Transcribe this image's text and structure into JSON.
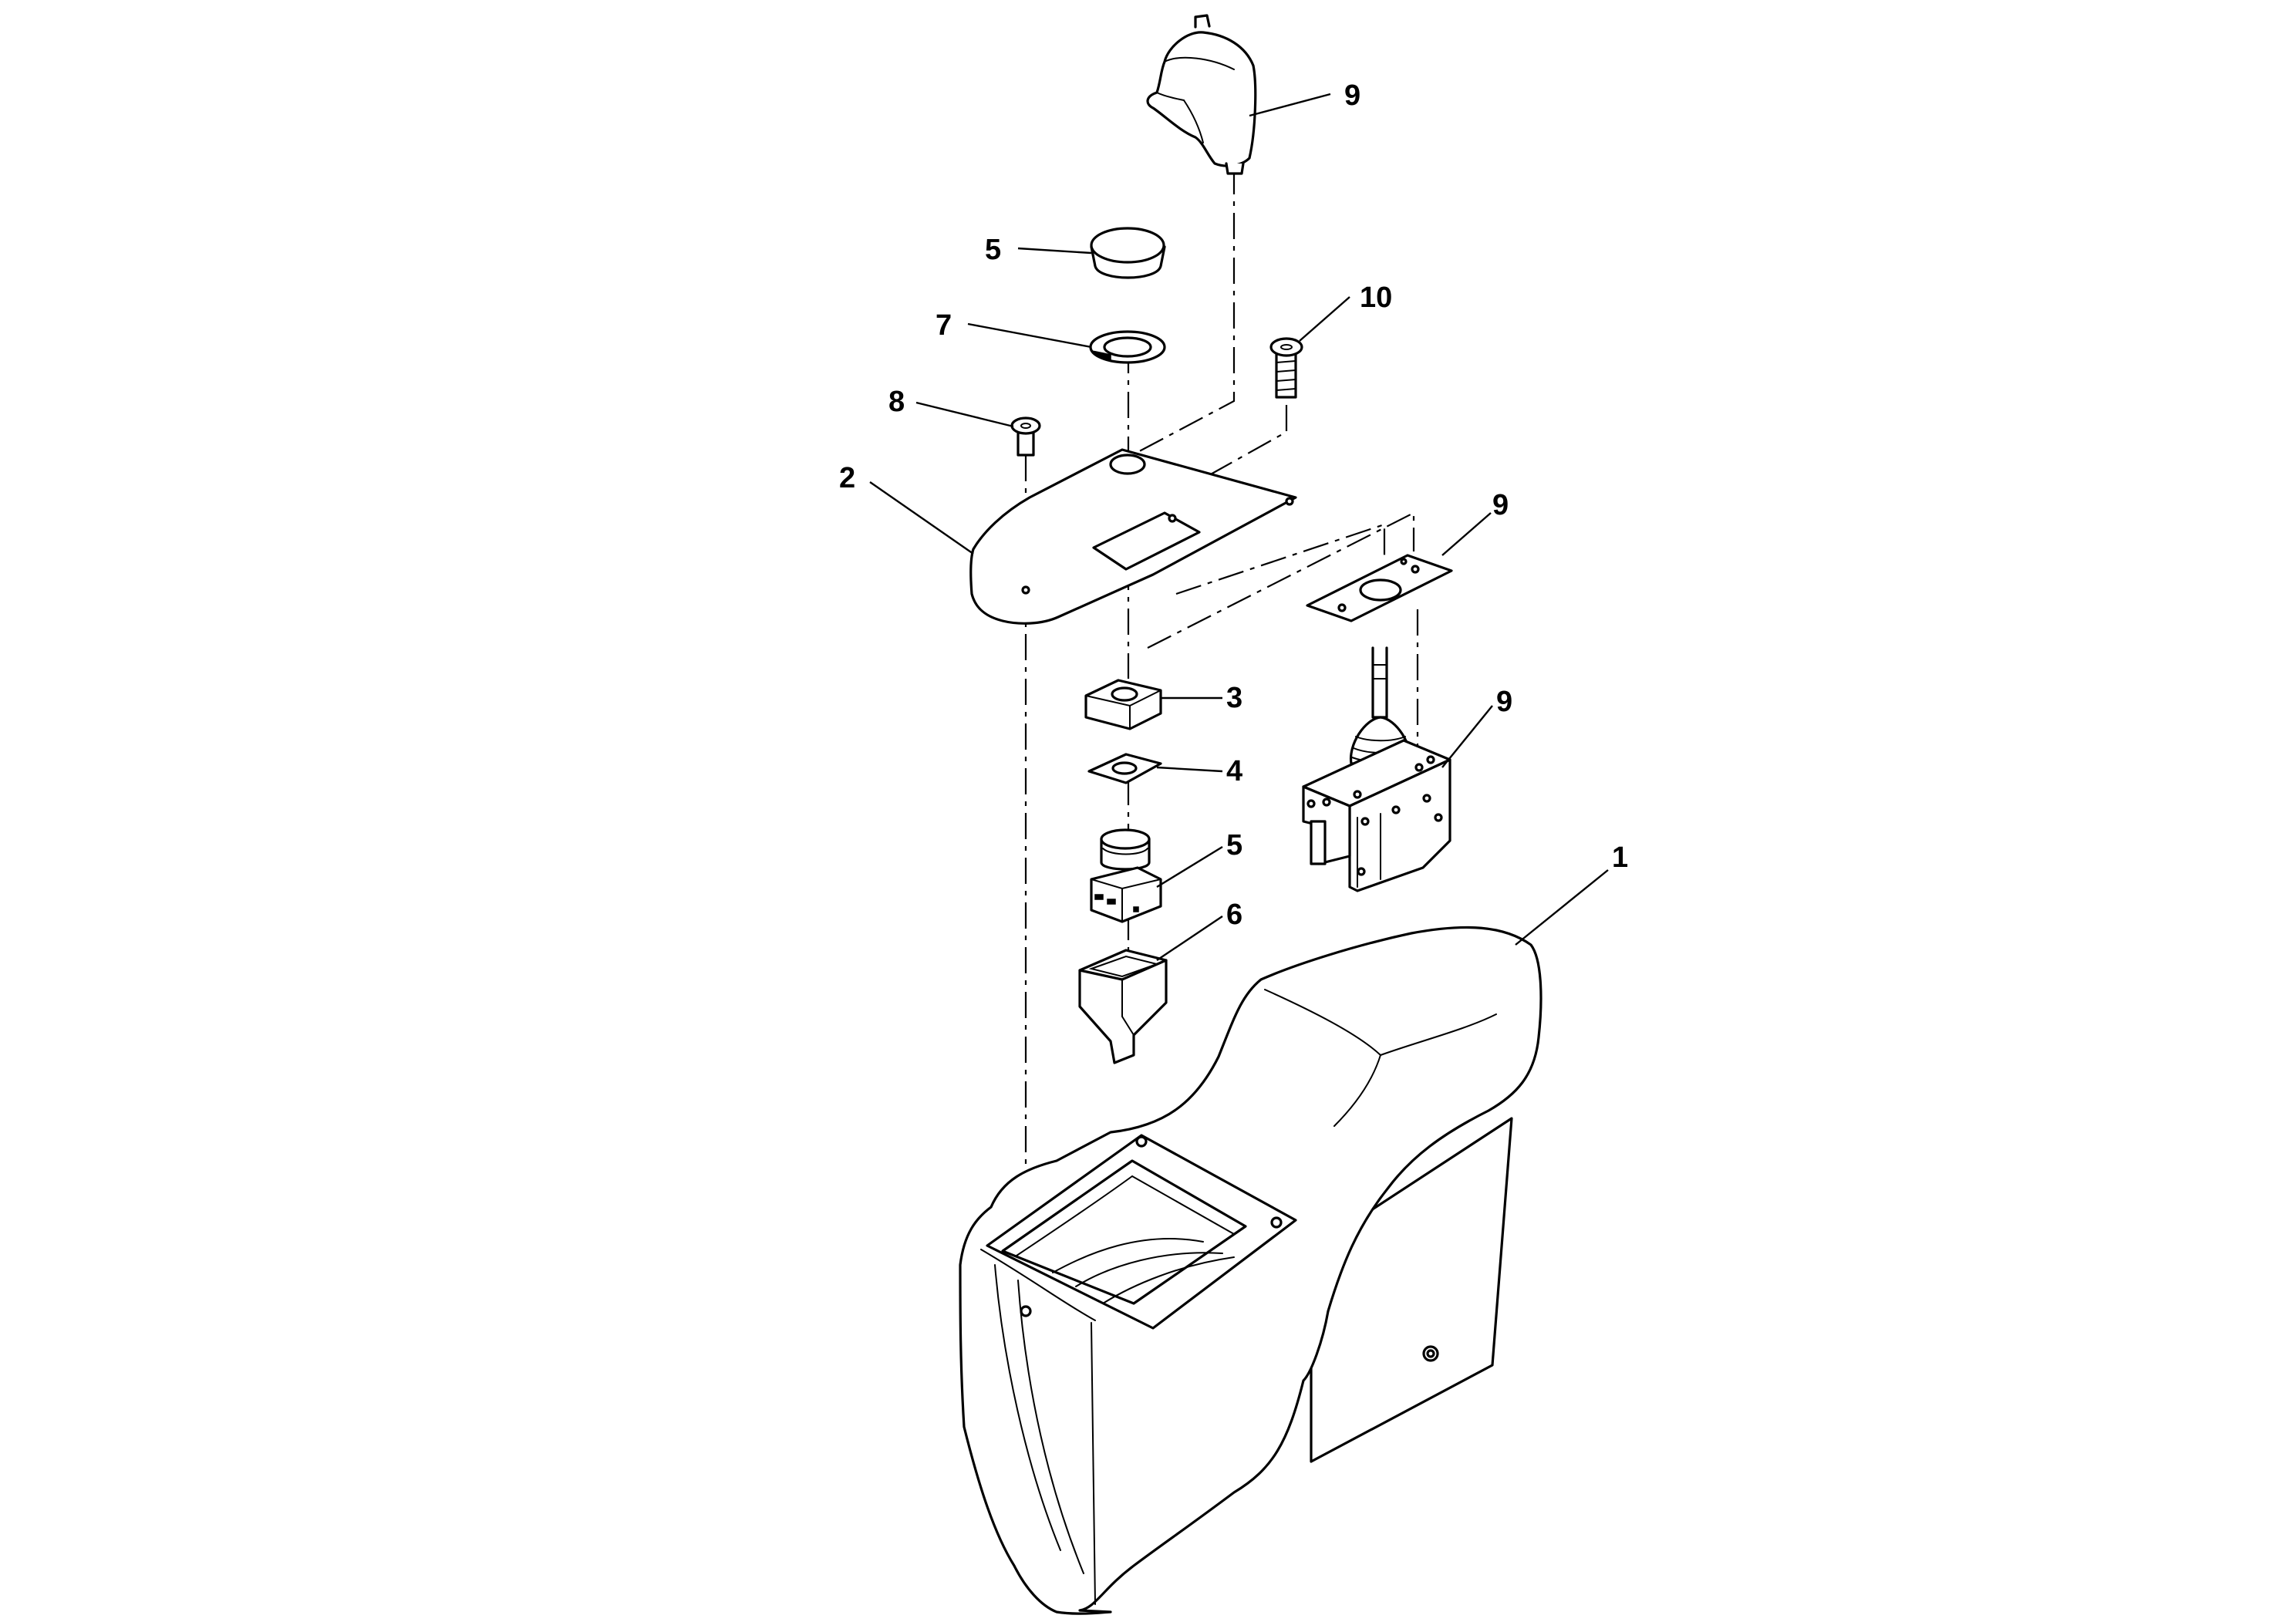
{
  "diagram": {
    "callouts": {
      "c1": "1",
      "c2": "2",
      "c3": "3",
      "c4": "4",
      "c5_top": "5",
      "c5_lower": "5",
      "c6": "6",
      "c7": "7",
      "c8": "8",
      "c9_top": "9",
      "c9_plate": "9",
      "c9_joystick": "9",
      "c10": "10"
    }
  }
}
